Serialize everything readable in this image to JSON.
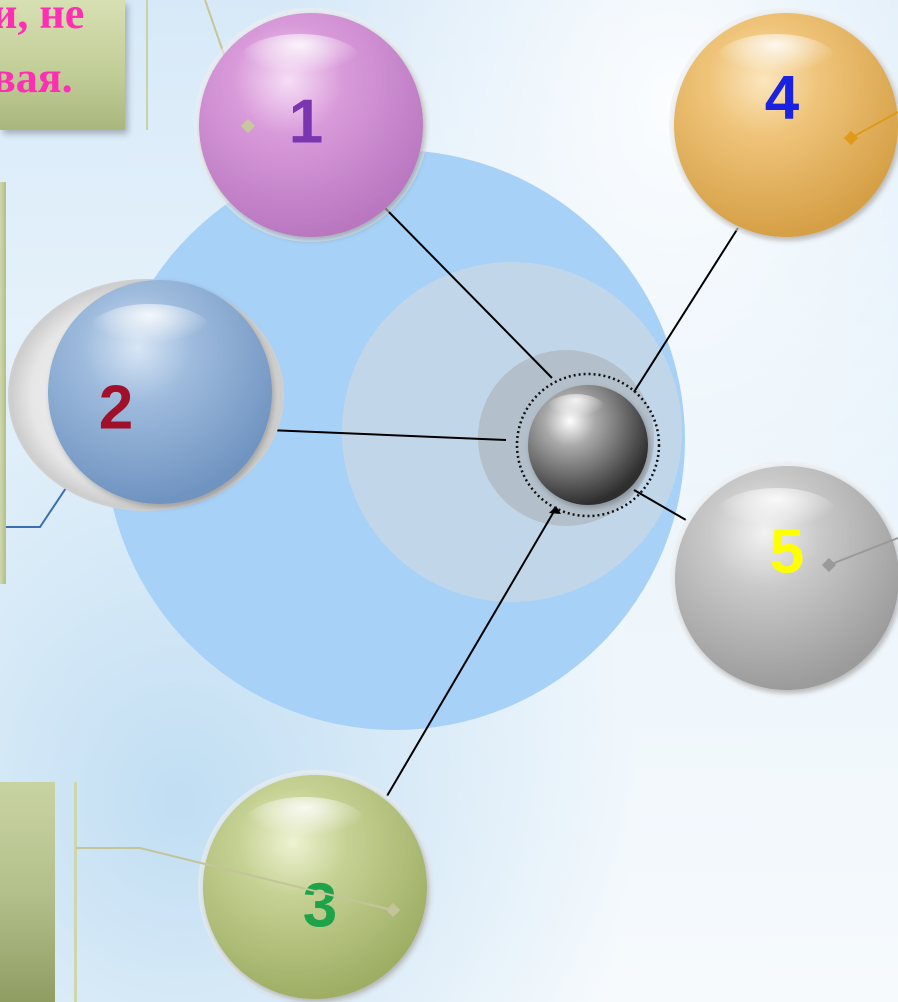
{
  "caption": {
    "line1": "и, не",
    "line2": "вая."
  },
  "nodes": [
    {
      "id": "1",
      "label": "1",
      "label_color": "#7a35b0",
      "fill": "#d58fd8"
    },
    {
      "id": "2",
      "label": "2",
      "label_color": "#a0102a",
      "fill": "#8fb1d8"
    },
    {
      "id": "3",
      "label": "3",
      "label_color": "#1fa34a",
      "fill": "#bcc98a"
    },
    {
      "id": "4",
      "label": "4",
      "label_color": "#1a22e0",
      "fill": "#eec172"
    },
    {
      "id": "5",
      "label": "5",
      "label_color": "#ffff00",
      "fill": "#c4c4c4"
    }
  ],
  "colors": {
    "outer_disc": "#a8d1f7",
    "inner_disc": "#c2d6ea",
    "core_halo": "#b3bfca",
    "connector": "#000000"
  }
}
